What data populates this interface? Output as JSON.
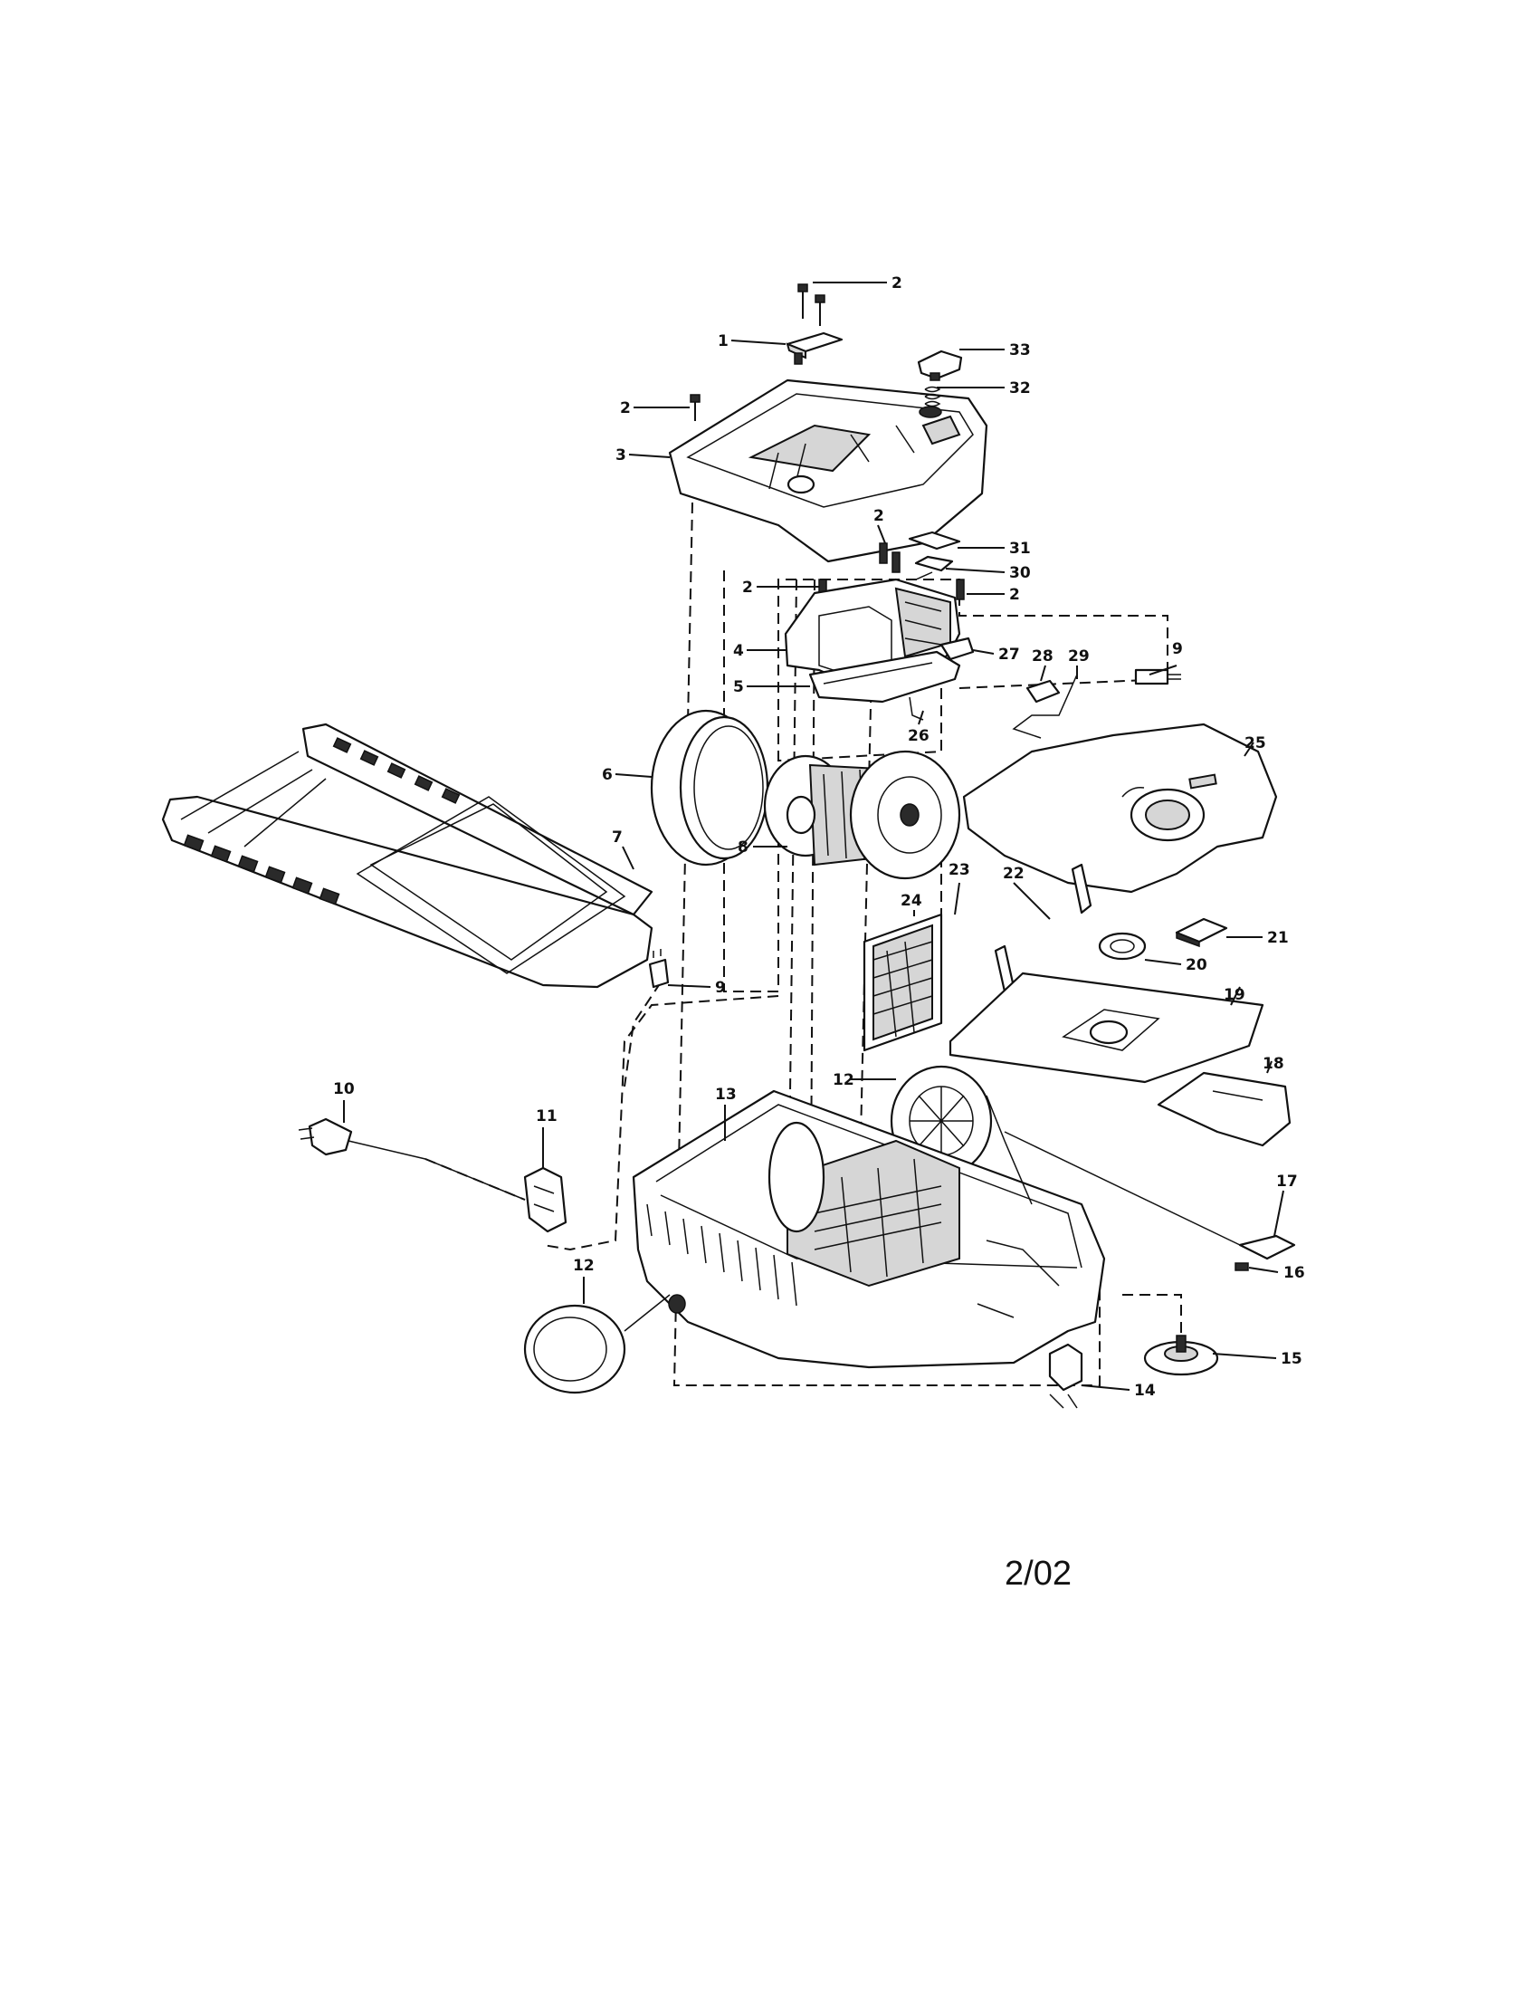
{
  "diagram": {
    "callouts": [
      {
        "n": "1"
      },
      {
        "n": "2"
      },
      {
        "n": "3"
      },
      {
        "n": "4"
      },
      {
        "n": "5"
      },
      {
        "n": "6"
      },
      {
        "n": "7"
      },
      {
        "n": "8"
      },
      {
        "n": "9"
      },
      {
        "n": "10"
      },
      {
        "n": "11"
      },
      {
        "n": "12"
      },
      {
        "n": "13"
      },
      {
        "n": "14"
      },
      {
        "n": "15"
      },
      {
        "n": "16"
      },
      {
        "n": "17"
      },
      {
        "n": "18"
      },
      {
        "n": "19"
      },
      {
        "n": "20"
      },
      {
        "n": "21"
      },
      {
        "n": "22"
      },
      {
        "n": "23"
      },
      {
        "n": "24"
      },
      {
        "n": "25"
      },
      {
        "n": "26"
      },
      {
        "n": "27"
      },
      {
        "n": "28"
      },
      {
        "n": "29"
      },
      {
        "n": "30"
      },
      {
        "n": "31"
      },
      {
        "n": "32"
      },
      {
        "n": "33"
      }
    ],
    "revision": "2/02"
  }
}
